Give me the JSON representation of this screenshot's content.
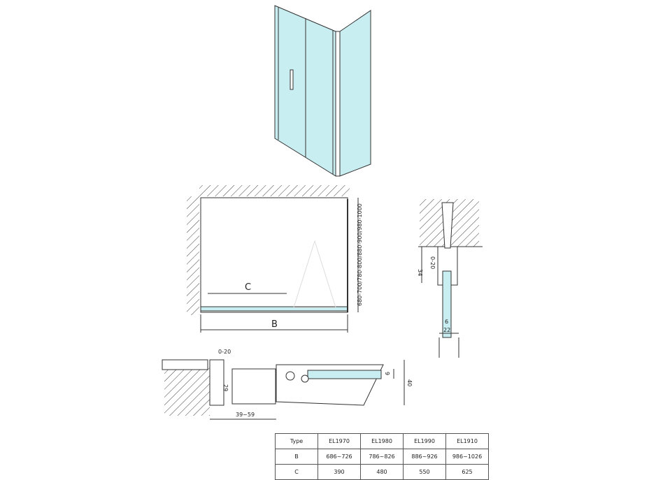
{
  "colors": {
    "glass": "#c8eef2",
    "line": "#333333"
  },
  "plan": {
    "label_b": "B",
    "label_c": "C",
    "height_dims": "680-700/780-800/880-900/980-1000"
  },
  "side_profile": {
    "gap": "0-20",
    "depth": "34",
    "glass": "6",
    "width": "22"
  },
  "top_profile": {
    "gap": "0-20",
    "depth": "29",
    "adjust": "39~59",
    "glass": "9",
    "height": "40"
  },
  "table": {
    "headers": [
      "Type",
      "EL1970",
      "EL1980",
      "EL1990",
      "EL1910"
    ],
    "rows": [
      [
        "B",
        "686~726",
        "786~826",
        "886~926",
        "986~1026"
      ],
      [
        "C",
        "390",
        "480",
        "550",
        "625"
      ]
    ]
  }
}
